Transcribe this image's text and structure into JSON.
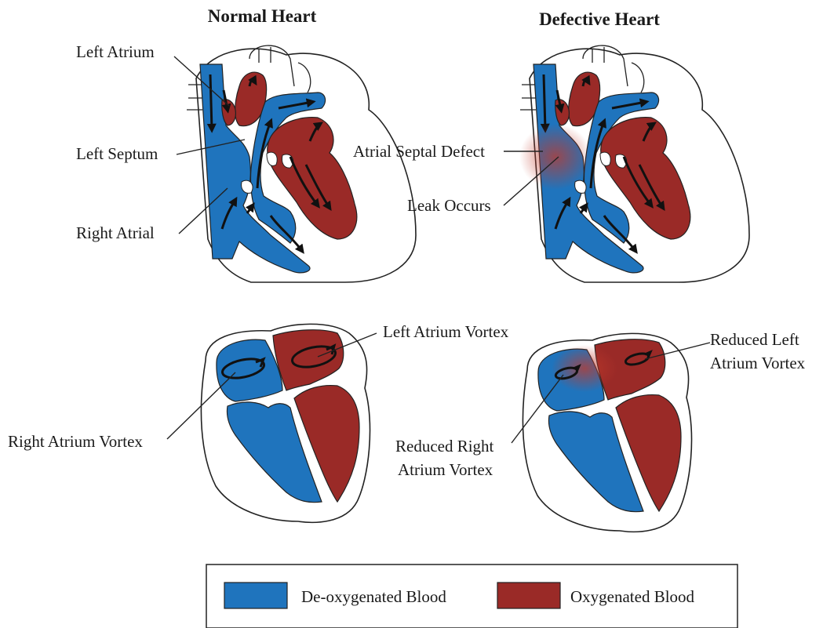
{
  "titles": {
    "normal": "Normal Heart",
    "defective": "Defective Heart"
  },
  "labels": {
    "left_atrium": "Left Atrium",
    "left_septum": "Left Septum",
    "right_atrial": "Right Atrial",
    "atrial_septal_defect": "Atrial Septal Defect",
    "leak_occurs": "Leak Occurs",
    "left_atrium_vortex": "Left Atrium Vortex",
    "right_atrium_vortex": "Right Atrium Vortex",
    "reduced_right_line1": "Reduced Right",
    "reduced_right_line2": "Atrium Vortex",
    "reduced_left_line1": "Reduced Left",
    "reduced_left_line2": "Atrium Vortex"
  },
  "legend": {
    "deoxy_label": "De-oxygenated Blood",
    "oxy_label": "Oxygenated Blood"
  },
  "colors": {
    "deoxygenated": "#1f74bd",
    "oxygenated": "#9a2a27",
    "leak_glow": "#c0392b"
  }
}
